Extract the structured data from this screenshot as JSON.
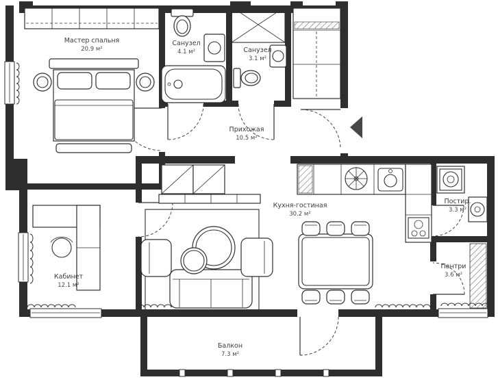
{
  "plan": {
    "type": "apartment-floor-plan",
    "units": "м²",
    "colors": {
      "line": "#2e2e2e",
      "background": "#ffffff"
    },
    "icons": {
      "entry_arrow": "entry-arrow-icon (filled triangle pointing left at entrance door)",
      "shower": "crossed-diagonals shower tray",
      "hob": "circle with radial spokes",
      "washer": "square with concentric circles"
    },
    "rooms": [
      {
        "name": "Мастер спальня",
        "area": "20.9 м²"
      },
      {
        "name": "Санузел",
        "area": "4.1 м²"
      },
      {
        "name": "Санузел",
        "area": "3.1 м²"
      },
      {
        "name": "Прихожая",
        "area": "10.5 м²"
      },
      {
        "name": "Кухня-гостиная",
        "area": "30.2 м²"
      },
      {
        "name": "Постир.",
        "area": "3.3 м²"
      },
      {
        "name": "Пантри",
        "area": "3.6 м²"
      },
      {
        "name": "Кабинет",
        "area": "12.1 м²"
      },
      {
        "name": "Балкон",
        "area": "7.3 м²"
      }
    ]
  }
}
